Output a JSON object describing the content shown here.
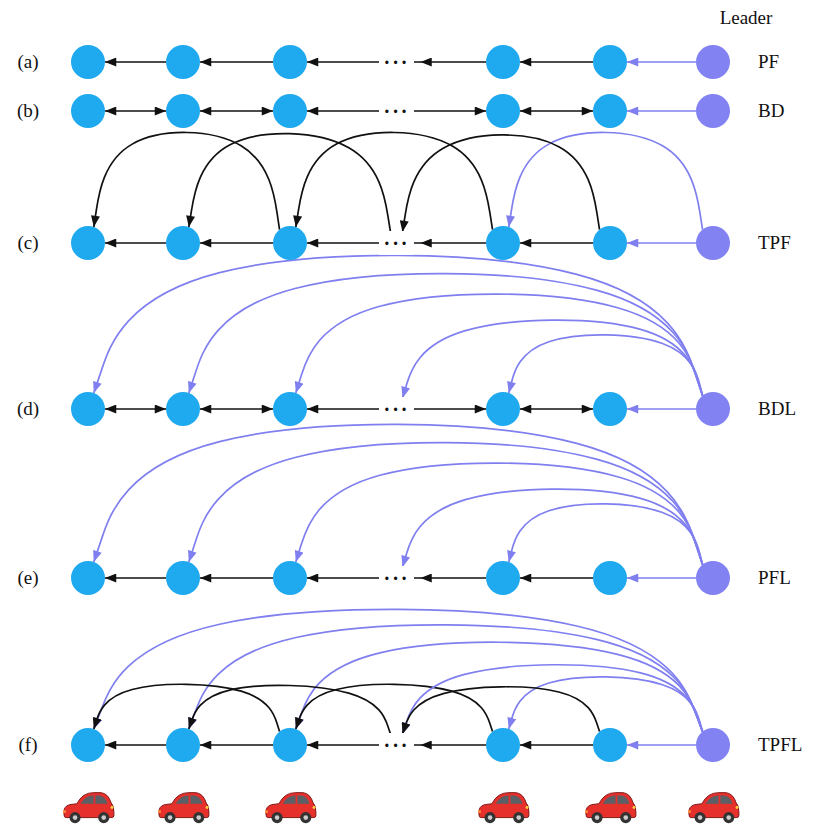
{
  "diagram": {
    "nodes": [
      {
        "text": []
      },
      {
        "text": []
      },
      {
        "text": []
      },
      {
        "text": []
      },
      {
        "text": []
      },
      {
        "text": []
      },
      {
        "text": []
      },
      {
        "text": []
      },
      {
        "text": []
      },
      {
        "text": []
      },
      {
        "text": []
      },
      {
        "text": []
      },
      {
        "text": []
      },
      {
        "text": []
      },
      {
        "text": []
      },
      {
        "text": []
      },
      {
        "text": []
      },
      {
        "text": []
      },
      {
        "text": []
      },
      {
        "text": []
      },
      {
        "text": []
      },
      {
        "text": []
      },
      {
        "text": []
      },
      {
        "text": []
      },
      {
        "text": []
      },
      {
        "text": []
      },
      {
        "text": []
      },
      {
        "text": []
      },
      {
        "text": []
      },
      {
        "text": []
      },
      {
        "text": []
      },
      {
        "text": []
      },
      {
        "text": []
      },
      {
        "text": []
      },
      {
        "text": []
      },
      {
        "text": []
      }
    ],
    "edges": [
      {
        "from": 5,
        "to": 4,
        "arrow": "to"
      },
      {
        "from": 4,
        "to": 3,
        "arrow": "to"
      },
      {
        "from": 3,
        "to": 2,
        "arrow": "to"
      },
      {
        "from": 2,
        "to": 1,
        "arrow": "to"
      },
      {
        "from": 1,
        "to": 0,
        "arrow": "to"
      },
      {
        "from": 11,
        "to": 10,
        "arrow": "to"
      },
      {
        "from": 10,
        "to": 9,
        "arrow": "both"
      },
      {
        "from": 9,
        "to": 8,
        "arrow": "both"
      },
      {
        "from": 8,
        "to": 7,
        "arrow": "both"
      },
      {
        "from": 7,
        "to": 6,
        "arrow": "both"
      },
      {
        "from": 17,
        "to": 16,
        "arrow": "to"
      },
      {
        "from": 16,
        "to": 15,
        "arrow": "to"
      },
      {
        "from": 15,
        "to": 14,
        "arrow": "to"
      },
      {
        "from": 14,
        "to": 13,
        "arrow": "to"
      },
      {
        "from": 13,
        "to": 12,
        "arrow": "to"
      },
      {
        "from": 17,
        "to": 15,
        "arrow": "to"
      },
      {
        "from": 15,
        "to": 14,
        "arrow": "to"
      },
      {
        "from": 14,
        "to": 12,
        "arrow": "to"
      },
      {
        "from": 23,
        "to": 22,
        "arrow": "to"
      },
      {
        "from": 22,
        "to": 21,
        "arrow": "both"
      },
      {
        "from": 21,
        "to": 20,
        "arrow": "both"
      },
      {
        "from": 20,
        "to": 19,
        "arrow": "both"
      },
      {
        "from": 19,
        "to": 18,
        "arrow": "both"
      },
      {
        "from": 23,
        "to": 18,
        "arrow": "to"
      },
      {
        "from": 23,
        "to": 19,
        "arrow": "to"
      },
      {
        "from": 23,
        "to": 20,
        "arrow": "to"
      },
      {
        "from": 23,
        "to": 21,
        "arrow": "to"
      },
      {
        "from": 29,
        "to": 28,
        "arrow": "to"
      },
      {
        "from": 28,
        "to": 27,
        "arrow": "to"
      },
      {
        "from": 27,
        "to": 26,
        "arrow": "to"
      },
      {
        "from": 26,
        "to": 25,
        "arrow": "to"
      },
      {
        "from": 25,
        "to": 24,
        "arrow": "to"
      },
      {
        "from": 29,
        "to": 24,
        "arrow": "to"
      },
      {
        "from": 29,
        "to": 25,
        "arrow": "to"
      },
      {
        "from": 29,
        "to": 26,
        "arrow": "to"
      },
      {
        "from": 29,
        "to": 27,
        "arrow": "to"
      },
      {
        "from": 35,
        "to": 34,
        "arrow": "to"
      },
      {
        "from": 34,
        "to": 33,
        "arrow": "to"
      },
      {
        "from": 33,
        "to": 32,
        "arrow": "to"
      },
      {
        "from": 32,
        "to": 31,
        "arrow": "to"
      },
      {
        "from": 31,
        "to": 30,
        "arrow": "to"
      },
      {
        "from": 35,
        "to": 30,
        "arrow": "to"
      },
      {
        "from": 35,
        "to": 31,
        "arrow": "to"
      },
      {
        "from": 35,
        "to": 32,
        "arrow": "to"
      },
      {
        "from": 35,
        "to": 33,
        "arrow": "to"
      },
      {
        "from": 32,
        "to": 30,
        "arrow": "to"
      },
      {
        "from": 33,
        "to": 32,
        "arrow": "to"
      }
    ],
    "labels": [
      "Leader",
      "(a)",
      "···",
      "PF",
      "(b)",
      "···",
      "BD",
      "(c)",
      "···",
      "TPF",
      "(d)",
      "···",
      "BDL",
      "(e)",
      "···",
      "PFL",
      "(f)",
      "···",
      "TPFL"
    ]
  }
}
